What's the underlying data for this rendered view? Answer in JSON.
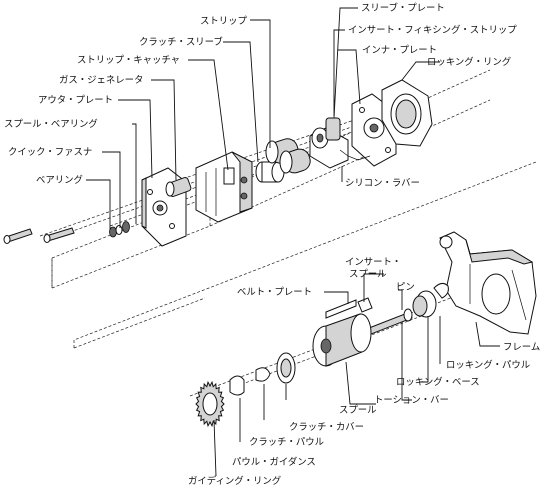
{
  "labels": {
    "strip": "ストリップ",
    "sleeve_plate": "スリーブ・プレート",
    "clutch_sleeve": "クラッチ・スリーブ",
    "insert_fixing_strip": "インサート・フィキシング・ストリップ",
    "strip_catcher": "ストリップ・キャッチャ",
    "inner_plate": "インナ・プレート",
    "gas_generator": "ガス・ジェネレータ",
    "locking_ring_top": "ロッキング・リング",
    "outer_plate": "アウタ・プレート",
    "spool_bearing": "スプール・ベアリング",
    "quick_fastener": "クイック・ファスナ",
    "bearing": "ベアリング",
    "silicone_rubber": "シリコン・ラバー",
    "insert_spool_1": "インサート・",
    "insert_spool_2": "スプール",
    "pin": "ピン",
    "belt_plate": "ベルト・プレート",
    "frame": "フレーム",
    "locking_pawl": "ロッキング・パウル",
    "locking_base": "ロッキング・ベース",
    "torsion_bar": "トーション・バー",
    "spool": "スプール",
    "clutch_cover": "クラッチ・カバー",
    "clutch_pawl": "クラッチ・パウル",
    "pawl_guidance": "パウル・ガイダンス",
    "guiding_ring": "ガイディング・リング"
  }
}
